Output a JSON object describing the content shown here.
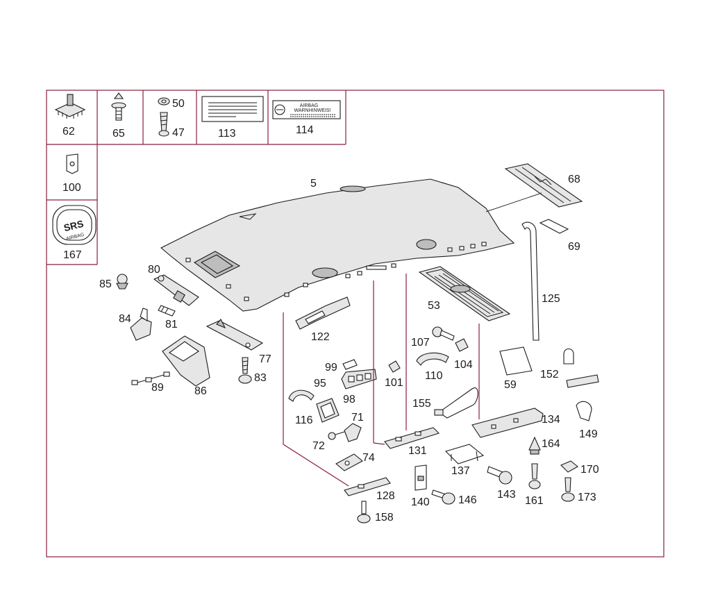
{
  "labels": {
    "p5": "5",
    "p47": "47",
    "p50": "50",
    "p53": "53",
    "p59": "59",
    "p62": "62",
    "p65": "65",
    "p68": "68",
    "p69": "69",
    "p71": "71",
    "p72": "72",
    "p74": "74",
    "p77": "77",
    "p80": "80",
    "p81": "81",
    "p83": "83",
    "p84": "84",
    "p85": "85",
    "p86": "86",
    "p89": "89",
    "p95": "95",
    "p98": "98",
    "p99": "99",
    "p100": "100",
    "p101": "101",
    "p104": "104",
    "p107": "107",
    "p110": "110",
    "p113": "113",
    "p114": "114",
    "p116": "116",
    "p122": "122",
    "p125": "125",
    "p128": "128",
    "p131": "131",
    "p134": "134",
    "p137": "137",
    "p140": "140",
    "p143": "143",
    "p146": "146",
    "p149": "149",
    "p152": "152",
    "p155": "155",
    "p158": "158",
    "p161": "161",
    "p164": "164",
    "p167": "167",
    "p170": "170",
    "p173": "173"
  },
  "label_114": {
    "line1": "AIRBAG",
    "line2": "WARNHINWEIS!"
  },
  "badge_167": {
    "text1": "SRS",
    "text2": "AIRBAG"
  },
  "colors": {
    "frame": "#8a1f3a",
    "ink": "#1a1a1a"
  }
}
